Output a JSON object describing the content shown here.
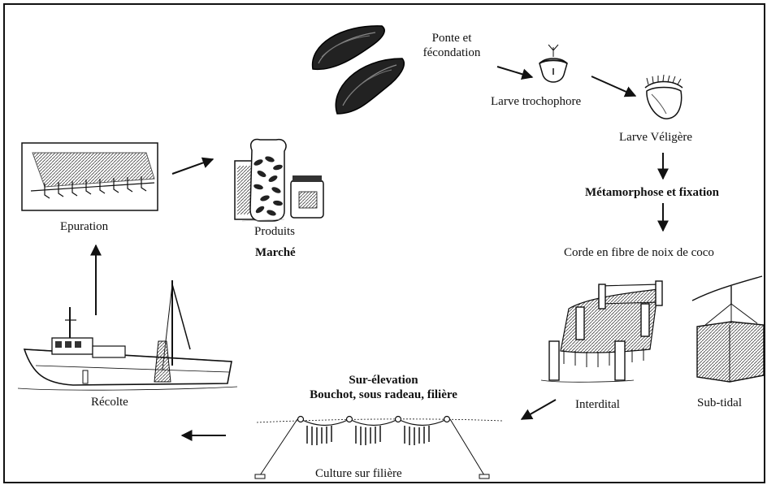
{
  "labels": {
    "ponte": "Ponte et\nfécondation",
    "trochophore": "Larve trochophore",
    "veligere": "Larve Véligère",
    "metamorphose": "Métamorphose et fixation",
    "corde": "Corde en fibre de noix de coco",
    "interdital": "Interdital",
    "subtidal": "Sub-tidal",
    "surelevation": "Sur-élevation",
    "bouchot": "Bouchot, sous radeau, filière",
    "culture": "Culture sur filière",
    "recolte": "Récolte",
    "epuration": "Epuration",
    "produits": "Produits",
    "marche": "Marché"
  },
  "colors": {
    "ink": "#111111",
    "shell": "#2a2a2a",
    "paper": "#ffffff"
  }
}
